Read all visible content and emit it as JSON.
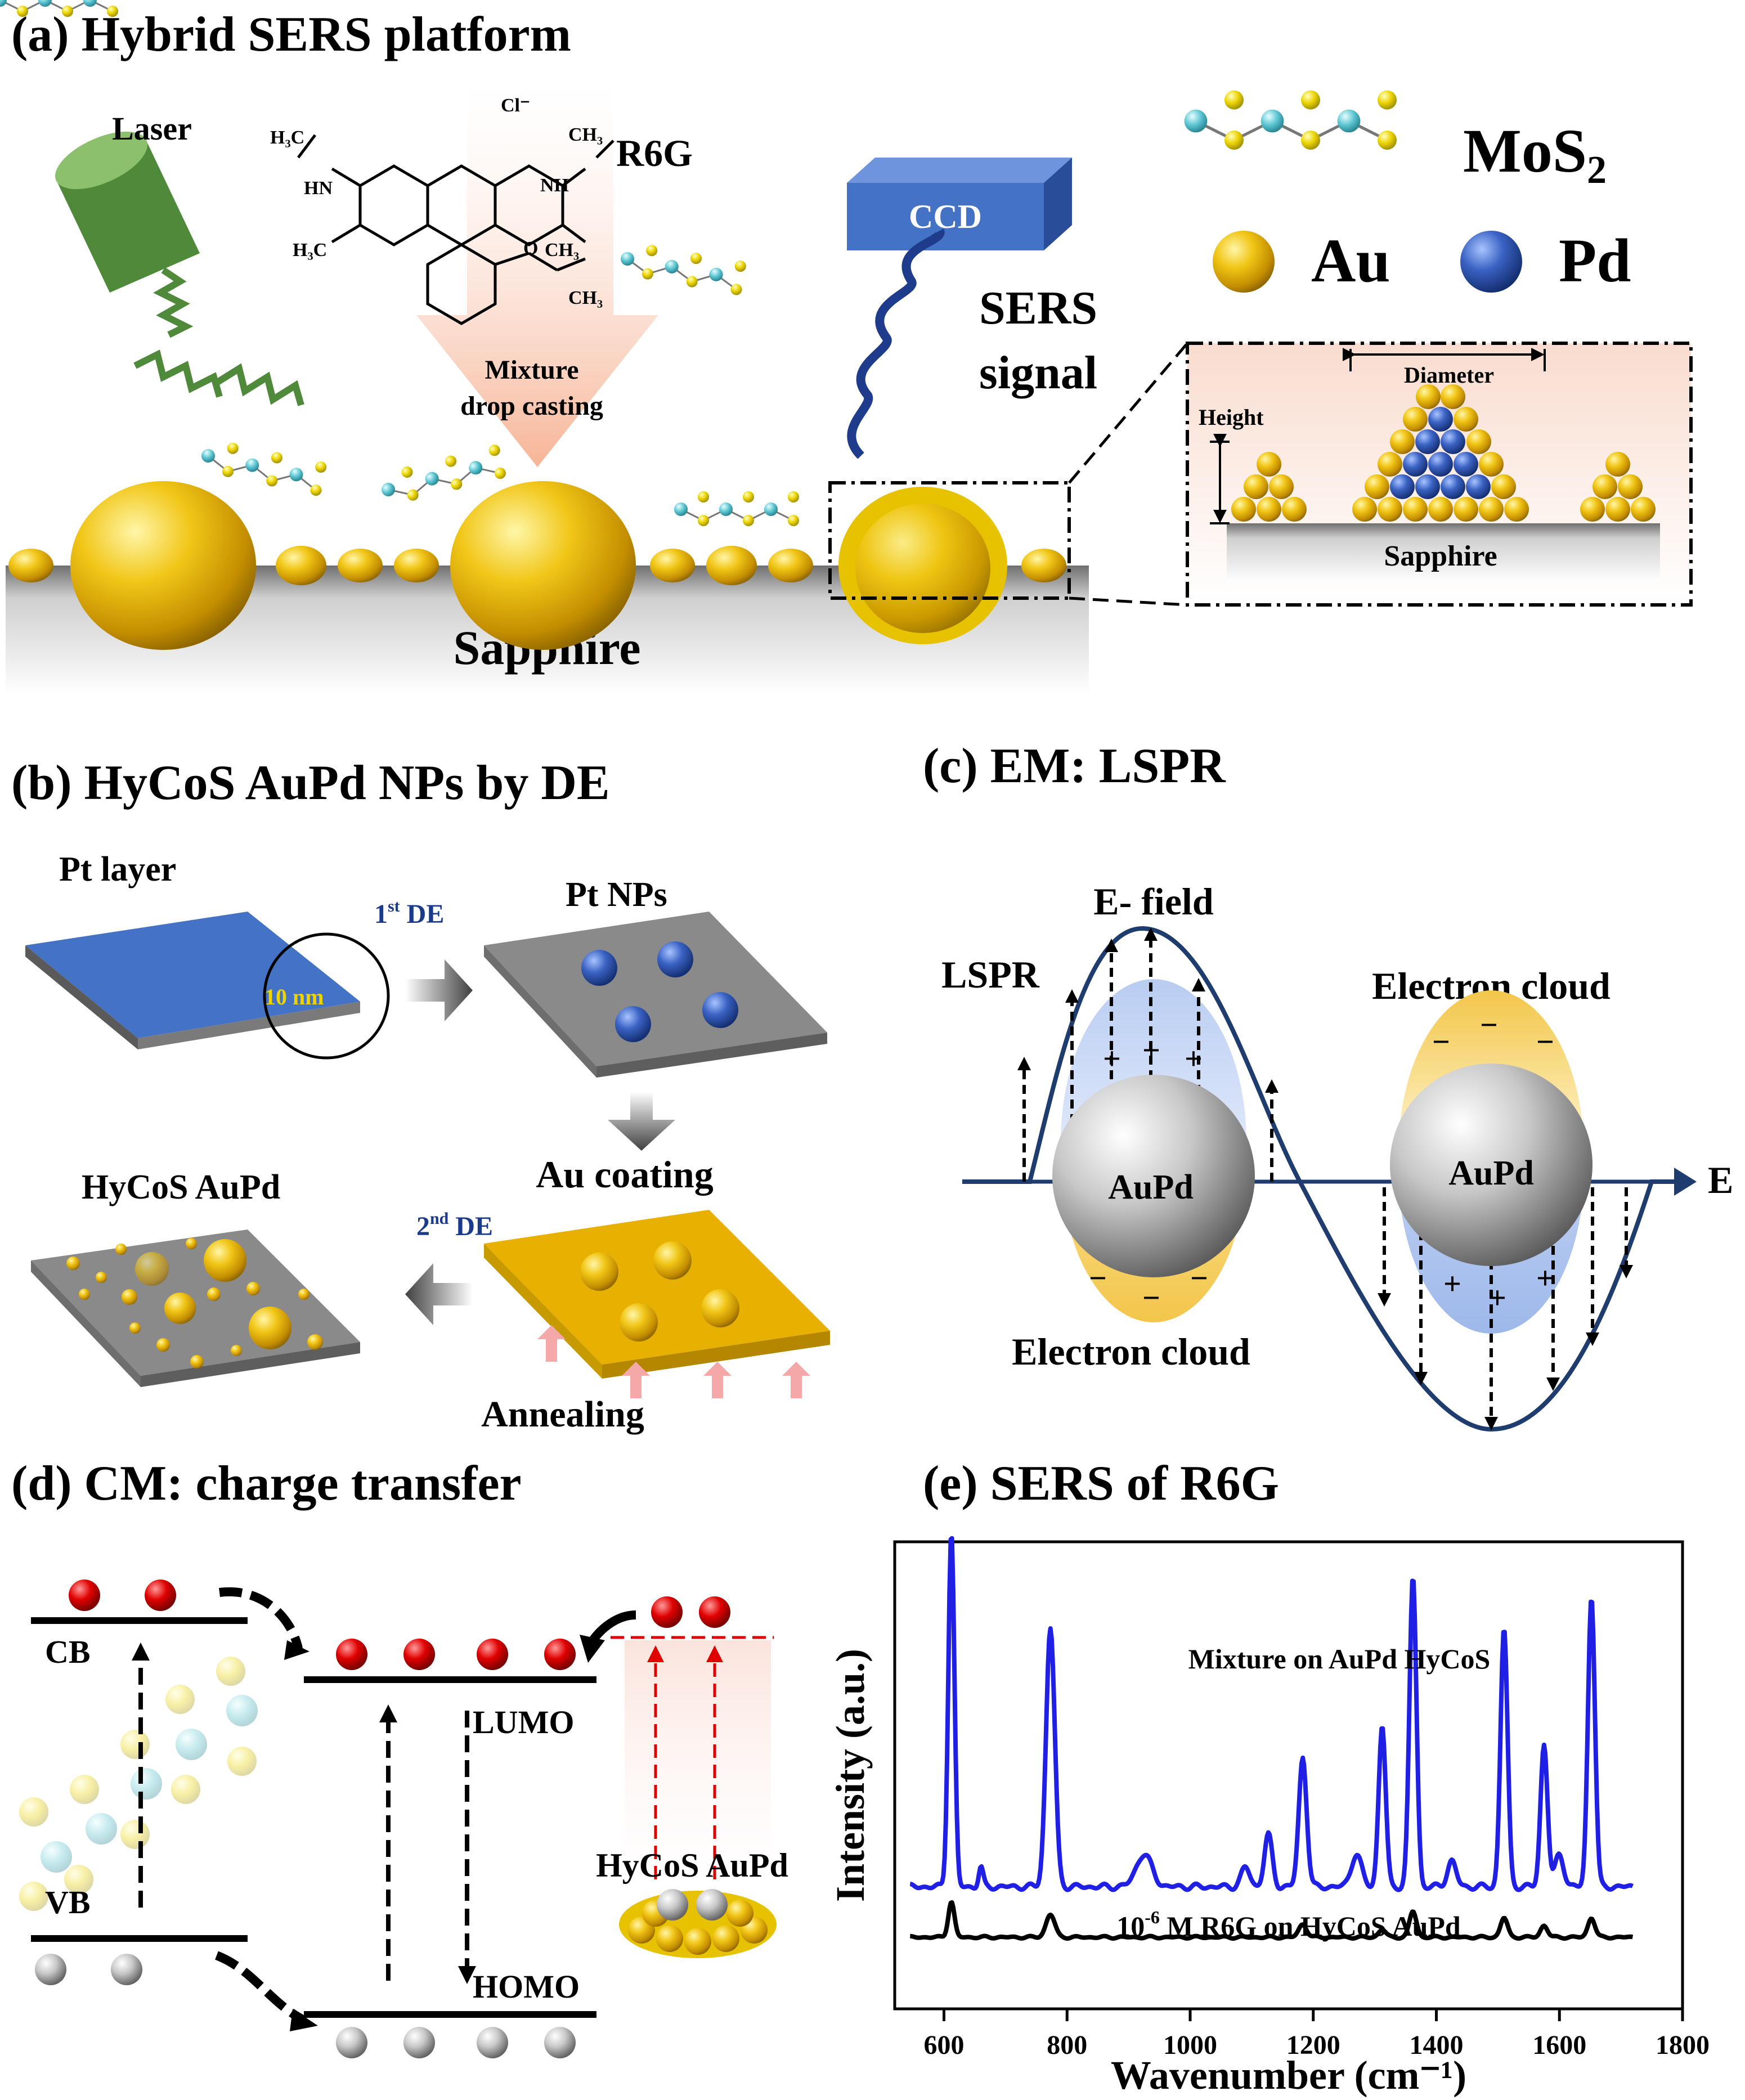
{
  "panels": {
    "a": {
      "title": "(a) Hybrid SERS platform",
      "laser": "Laser",
      "r6g": "R6G",
      "mixture_line1": "Mixture",
      "mixture_line2": "drop casting",
      "ccd": "CCD",
      "sers_line1": "SERS",
      "sers_line2": "signal",
      "substrate": "Sapphire",
      "mol_h3c1": "H₃C",
      "mol_hn": "HN",
      "mol_cl": "Cl⁻",
      "mol_ch3_1": "CH₃",
      "mol_nh": "NH",
      "mol_h3c2": "H₃C",
      "mol_ch3_2": "CH₃",
      "mol_ch3_3": "CH₃",
      "mol_o": "O",
      "mos2": "MoS",
      "mos2_sub": "2",
      "au": "Au",
      "pd": "Pd",
      "inset": {
        "diameter": "Diameter",
        "height": "Height",
        "substrate": "Sapphire"
      }
    },
    "b": {
      "title": "(b) HyCoS AuPd NPs by DE",
      "pt_layer": "Pt layer",
      "thickness": "10 nm",
      "de1": "1",
      "de1_sup": "st",
      "de1_rest": " DE",
      "pt_nps": "Pt NPs",
      "au_coating": "Au coating",
      "de2": "2",
      "de2_sup": "nd",
      "de2_rest": " DE",
      "hycos": "HyCoS AuPd",
      "annealing": "Annealing"
    },
    "c": {
      "title": "(c) EM: LSPR",
      "efield": "E- field",
      "lspr": "LSPR",
      "electron_cloud_top": "Electron cloud",
      "electron_cloud_bottom": "Electron cloud",
      "particle1": "AuPd",
      "particle2": "AuPd",
      "axis": "E"
    },
    "d": {
      "title": "(d) CM: charge transfer",
      "cb": "CB",
      "vb": "VB",
      "lumo": "LUMO",
      "homo": "HOMO",
      "hycos": "HyCoS AuPd"
    },
    "e": {
      "title": "(e) SERS of R6G"
    }
  },
  "chart_data": {
    "type": "line",
    "title": "(e) SERS of R6G",
    "xlabel": "Wavenumber (cm⁻¹)",
    "ylabel": "Intensity (a.u.)",
    "xlim": [
      520,
      1800
    ],
    "xticks": [
      600,
      800,
      1000,
      1200,
      1400,
      1600,
      1800
    ],
    "yticks_shown": false,
    "series": [
      {
        "name": "Mixture on AuPd HyCoS",
        "color": "#1f1fe6",
        "baseline": 0.93,
        "peaks": [
          [
            612,
            5.5,
            7
          ],
          [
            660,
            0.3,
            5
          ],
          [
            773,
            4.0,
            10
          ],
          [
            925,
            0.5,
            18
          ],
          [
            1090,
            0.3,
            10
          ],
          [
            1127,
            0.8,
            9
          ],
          [
            1183,
            2.0,
            9
          ],
          [
            1270,
            0.5,
            12
          ],
          [
            1312,
            2.5,
            8
          ],
          [
            1362,
            4.8,
            8
          ],
          [
            1425,
            0.4,
            10
          ],
          [
            1510,
            4.0,
            8
          ],
          [
            1575,
            2.2,
            8
          ],
          [
            1600,
            0.5,
            10
          ],
          [
            1652,
            4.5,
            8
          ]
        ],
        "xrange": [
          545,
          1720
        ]
      },
      {
        "name": "10⁻⁶ M R6G on HyCoS AuPd",
        "color": "#000000",
        "baseline": 0.15,
        "peaks": [
          [
            612,
            0.55,
            7
          ],
          [
            773,
            0.35,
            10
          ],
          [
            1183,
            0.2,
            9
          ],
          [
            1312,
            0.12,
            8
          ],
          [
            1362,
            0.4,
            8
          ],
          [
            1510,
            0.3,
            8
          ],
          [
            1575,
            0.18,
            8
          ],
          [
            1652,
            0.3,
            8
          ]
        ],
        "xrange": [
          545,
          1720
        ]
      }
    ],
    "series_label_prefix": "10",
    "series_label_sup": "-6",
    "series_label_rest": " M R6G on HyCoS AuPd"
  },
  "colors": {
    "gold": "#e7b400",
    "pd_blue": "#2b56b8",
    "laser_green": "#4e8a3a",
    "ccd_blue": "#4472c4",
    "wave_navy": "#1f3c6e",
    "substrate_gray": "#8a8a8a"
  }
}
